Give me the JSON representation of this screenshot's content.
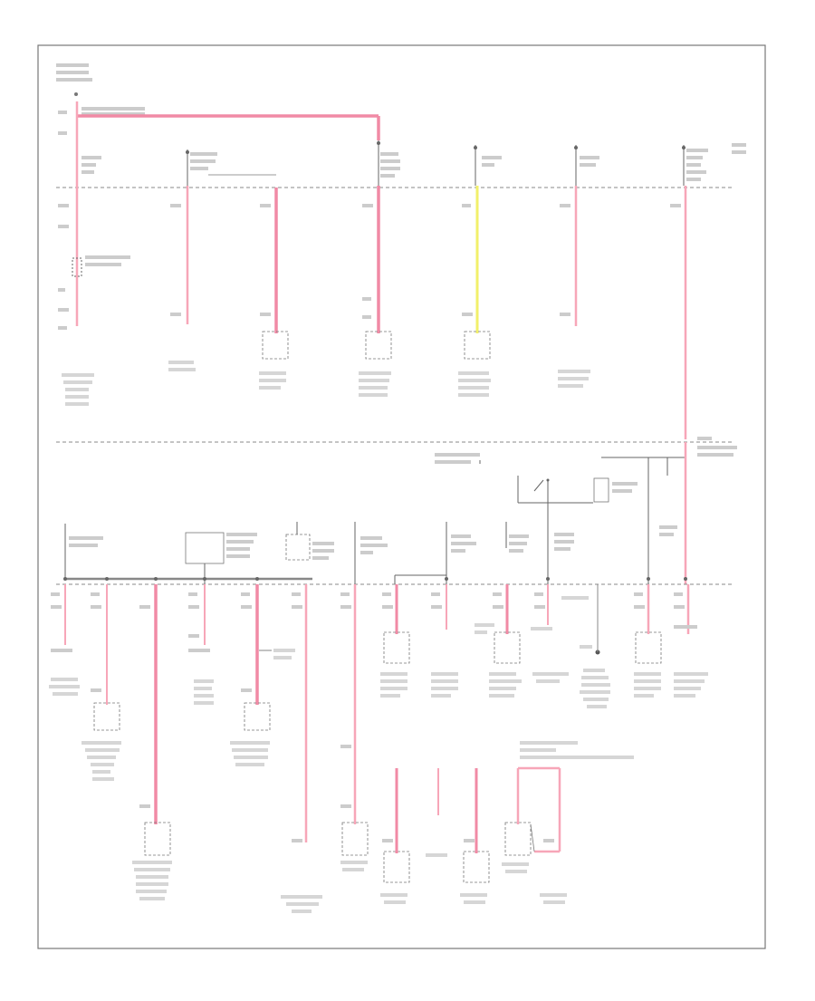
{
  "colors": {
    "pink": "#f7a6b8",
    "pink_thick": "#f18aa5",
    "yellow": "#f2f06a",
    "line": "#666666",
    "dash": "#888888",
    "border": "#777777"
  },
  "figure_code": "",
  "top_row_feeds": [
    {
      "id": "feed-1",
      "color": "pink"
    },
    {
      "id": "feed-2",
      "color": "pink"
    },
    {
      "id": "feed-3",
      "color": "pink"
    },
    {
      "id": "feed-4",
      "color": "pink"
    },
    {
      "id": "feed-5",
      "color": "yellow"
    },
    {
      "id": "feed-6",
      "color": "pink"
    },
    {
      "id": "feed-7",
      "color": "pink"
    }
  ],
  "lower_row_feeds": [
    {
      "id": "branch-1",
      "color": "pink"
    },
    {
      "id": "branch-2",
      "color": "pink"
    },
    {
      "id": "branch-3",
      "color": "pink"
    },
    {
      "id": "branch-4",
      "color": "pink"
    },
    {
      "id": "branch-5",
      "color": "pink"
    },
    {
      "id": "branch-6",
      "color": "pink"
    },
    {
      "id": "branch-7",
      "color": "pink"
    },
    {
      "id": "branch-8",
      "color": "pink"
    },
    {
      "id": "branch-9",
      "color": "pink"
    },
    {
      "id": "branch-10",
      "color": "pink"
    },
    {
      "id": "branch-11",
      "color": "pink"
    },
    {
      "id": "branch-12",
      "color": "pink"
    },
    {
      "id": "branch-13",
      "color": "pink"
    },
    {
      "id": "branch-14",
      "color": "pink"
    }
  ]
}
